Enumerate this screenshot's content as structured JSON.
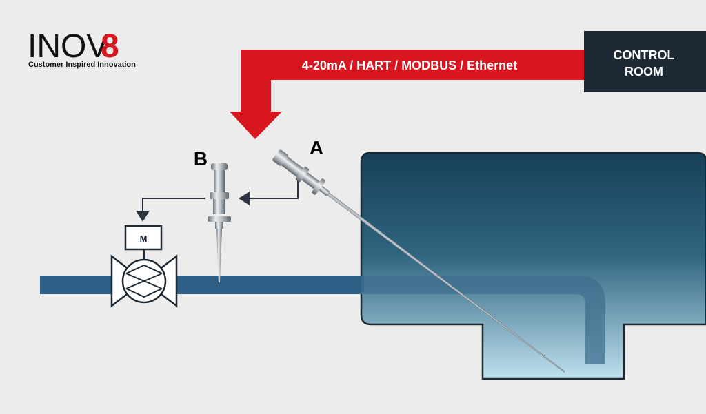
{
  "logo": {
    "brand_prefix": "INOV",
    "brand_suffix": "8",
    "tagline": "Customer Inspired Innovation"
  },
  "signal": {
    "label": "4-20mA / HART / MODBUS / Ethernet"
  },
  "control_room": {
    "line1": "CONTROL",
    "line2": "ROOM"
  },
  "labels": {
    "probe_a": "A",
    "probe_b": "B",
    "motor": "M"
  },
  "colors": {
    "background": "#ececec",
    "brand_red": "#d7161f",
    "control_room_bg": "#1d2a35",
    "pipe": "#2d5f87",
    "tank_top": "#1e4a65",
    "tank_bottom": "#b7dbea",
    "valve_stroke": "#1d2a35",
    "probe_metal": "#aeb5bb"
  }
}
